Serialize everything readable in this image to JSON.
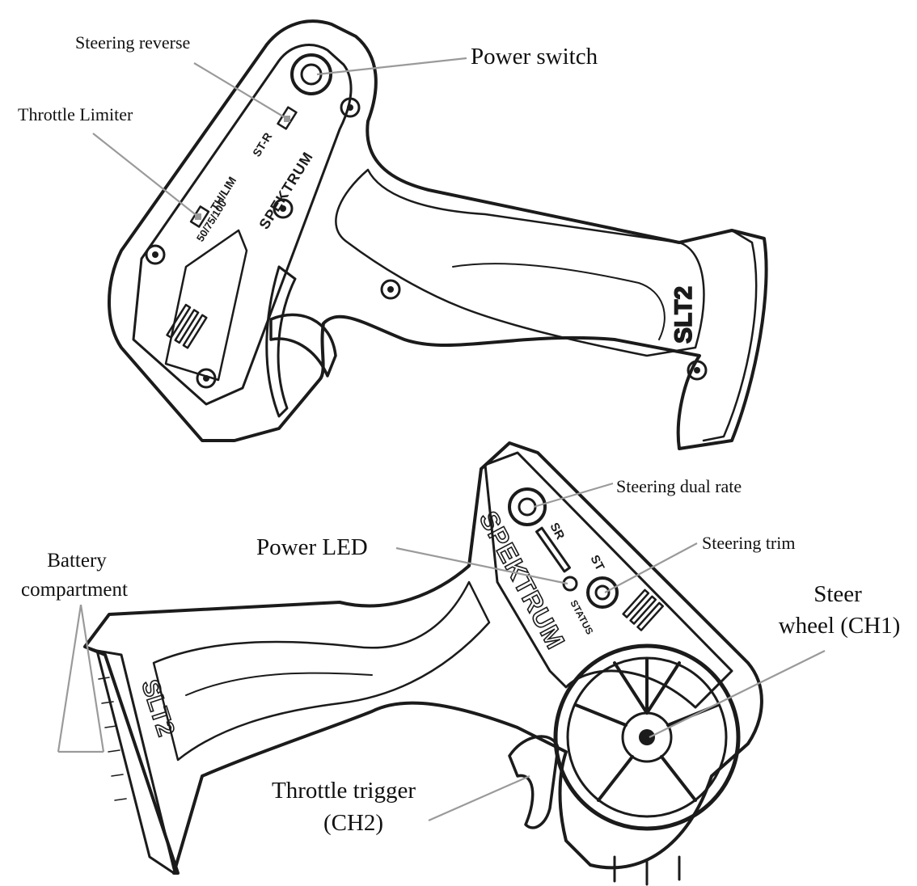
{
  "labels": {
    "steering_reverse": "Steering reverse",
    "power_switch": "Power switch",
    "throttle_limiter": "Throttle Limiter",
    "steering_dual_rate": "Steering dual rate",
    "power_led": "Power LED",
    "steering_trim": "Steering trim",
    "battery_compartment_line1": "Battery",
    "battery_compartment_line2": "compartment",
    "steer_wheel_line1": "Steer",
    "steer_wheel_line2": "wheel (CH1)",
    "throttle_trigger_line1": "Throttle trigger",
    "throttle_trigger_line2": "(CH2)"
  },
  "device_text": {
    "brand": "SPEKTRUM",
    "model": "SLT2",
    "top_panel_scale": "50/75/100",
    "top_panel_th_lim": "TH/LIM",
    "top_panel_st_r": "ST-R",
    "bottom_panel_sr": "SR",
    "bottom_panel_st": "ST",
    "bottom_panel_status": "STATUS"
  },
  "colors": {
    "line_art": "#1b1b1b",
    "leader_lines": "#9a9a9a",
    "background": "#ffffff"
  }
}
